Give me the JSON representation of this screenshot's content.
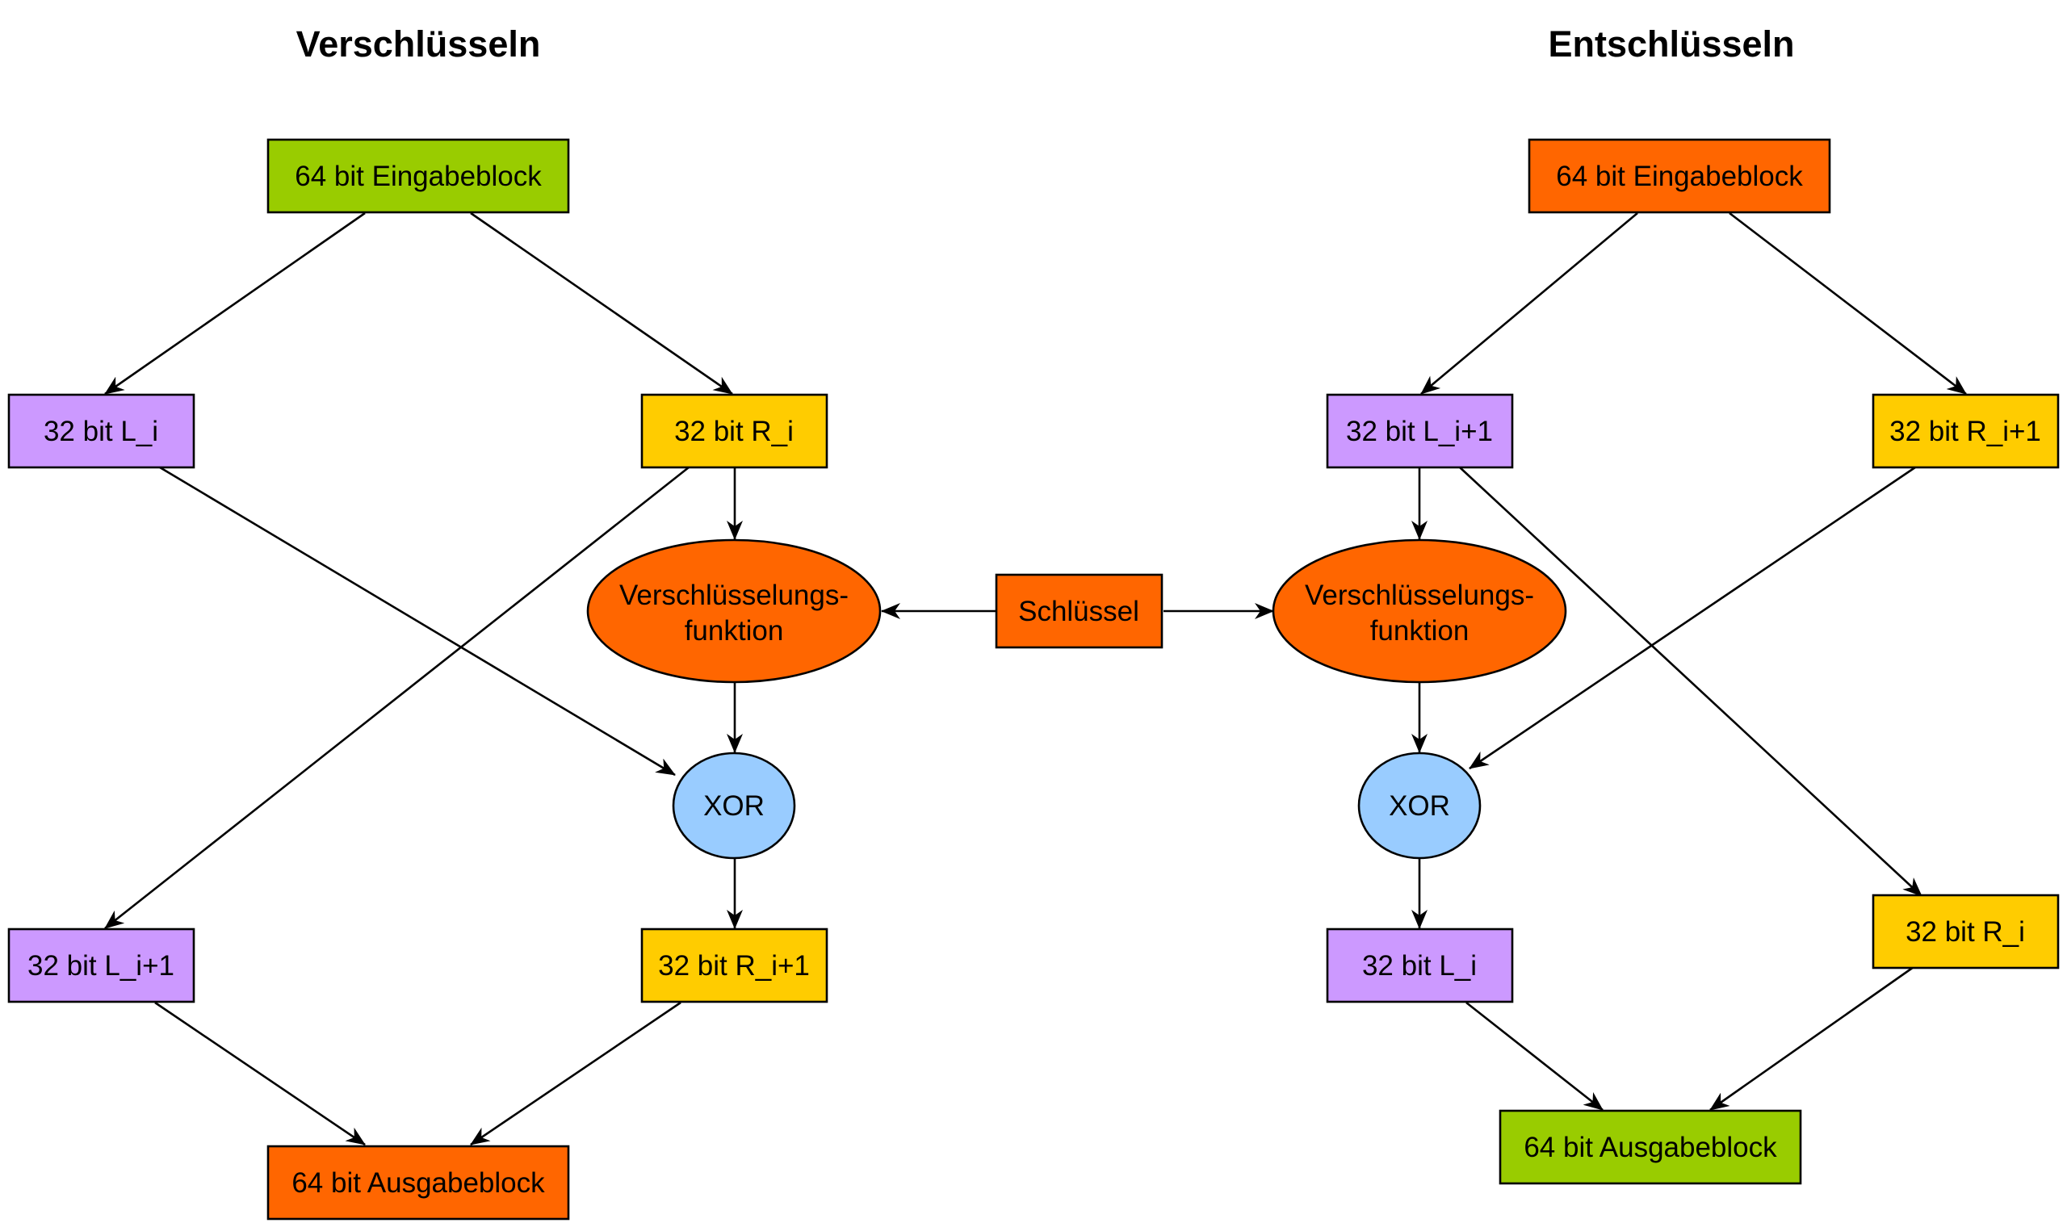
{
  "titles": {
    "encrypt": "Verschlüsseln",
    "decrypt": "Entschlüsseln"
  },
  "colors": {
    "green": "#99cc00",
    "orange": "#ff6600",
    "purple": "#cc99ff",
    "yellow": "#ffcc00",
    "blue": "#99ccff"
  },
  "encrypt": {
    "input": {
      "label": "64 bit Eingabeblock",
      "color": "green"
    },
    "left_in": {
      "label": "32 bit L_i",
      "color": "purple"
    },
    "right_in": {
      "label": "32 bit R_i",
      "color": "yellow"
    },
    "function": {
      "line1": "Verschlüsselungs-",
      "line2": "funktion",
      "color": "orange"
    },
    "xor": {
      "label": "XOR",
      "color": "blue"
    },
    "left_out": {
      "label": "32 bit L_i+1",
      "color": "purple"
    },
    "right_out": {
      "label": "32 bit R_i+1",
      "color": "yellow"
    },
    "output": {
      "label": "64 bit Ausgabeblock",
      "color": "orange"
    }
  },
  "key": {
    "label": "Schlüssel",
    "color": "orange"
  },
  "decrypt": {
    "input": {
      "label": "64 bit Eingabeblock",
      "color": "orange"
    },
    "left_in": {
      "label": "32 bit L_i+1",
      "color": "purple"
    },
    "right_in": {
      "label": "32 bit R_i+1",
      "color": "yellow"
    },
    "function": {
      "line1": "Verschlüsselungs-",
      "line2": "funktion",
      "color": "orange"
    },
    "xor": {
      "label": "XOR",
      "color": "blue"
    },
    "left_out": {
      "label": "32 bit L_i",
      "color": "purple"
    },
    "right_out": {
      "label": "32 bit R_i",
      "color": "yellow"
    },
    "output": {
      "label": "64 bit Ausgabeblock",
      "color": "green"
    }
  }
}
